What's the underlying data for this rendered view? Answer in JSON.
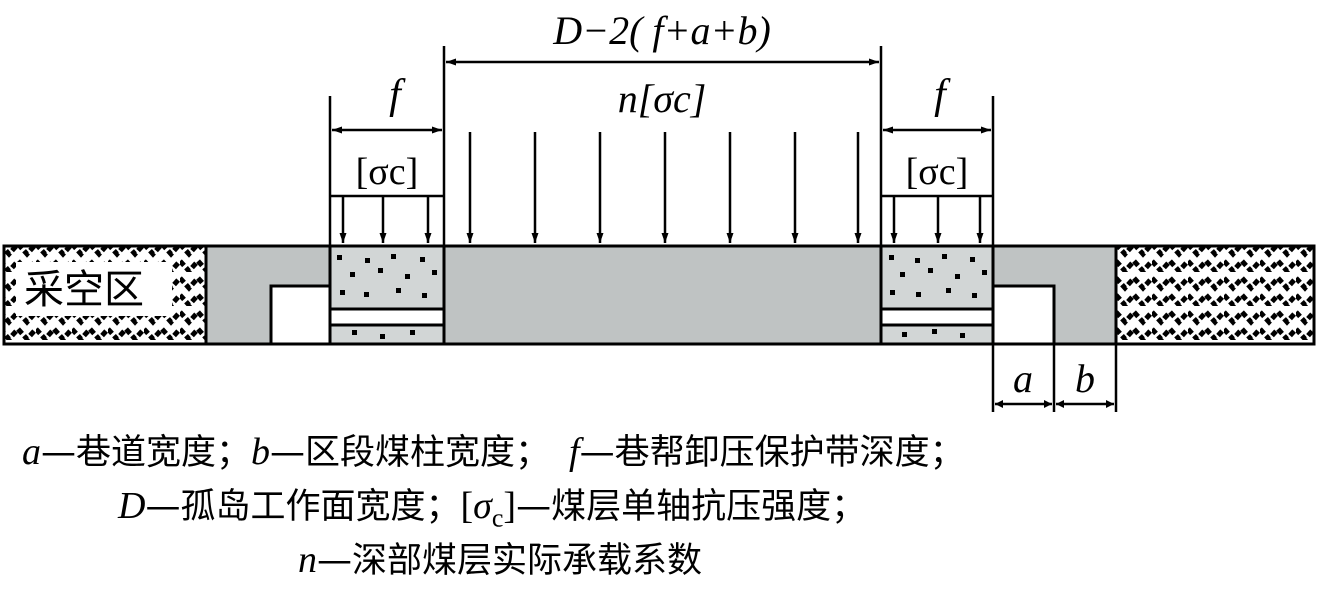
{
  "dimensions": {
    "total": "D−2( f+a+b)",
    "center_load": "n[σc]",
    "left_f": "f",
    "right_f": "f",
    "left_load": "[σc]",
    "right_load": "[σc]",
    "a": "a",
    "b": "b"
  },
  "goaf_label": "采空区",
  "legend": {
    "line1": {
      "a_sym": "a",
      "a_desc": "—巷道宽度；",
      "b_sym": "b",
      "b_desc": "—区段煤柱宽度；",
      "f_sym": "f",
      "f_desc": "—巷帮卸压保护带深度；"
    },
    "line2": {
      "D_sym": "D",
      "D_desc": "—孤岛工作面宽度；",
      "sigma_open": "[",
      "sigma_sym": "σ",
      "sigma_sub": "c",
      "sigma_close": "]",
      "sigma_desc": "—煤层单轴抗压强度；"
    },
    "line3": {
      "n_sym": "n",
      "n_desc": "—深部煤层实际承载系数"
    }
  },
  "colors": {
    "coal": "#bfc3c3",
    "hatched": "#d8dbdb",
    "ink": "#000000",
    "paper": "#ffffff"
  }
}
